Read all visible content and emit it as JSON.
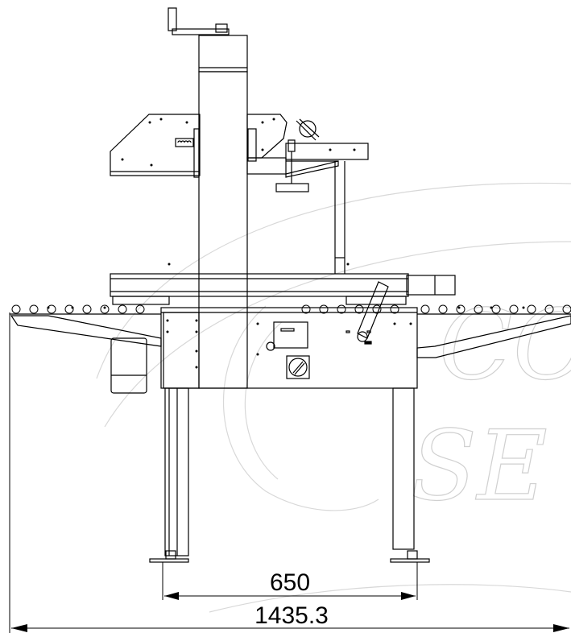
{
  "drawing": {
    "dimensions": [
      {
        "value": "650"
      },
      {
        "value": "1435.3"
      }
    ],
    "watermark": {
      "text_top": "CO",
      "text_bottom": "SE"
    }
  }
}
